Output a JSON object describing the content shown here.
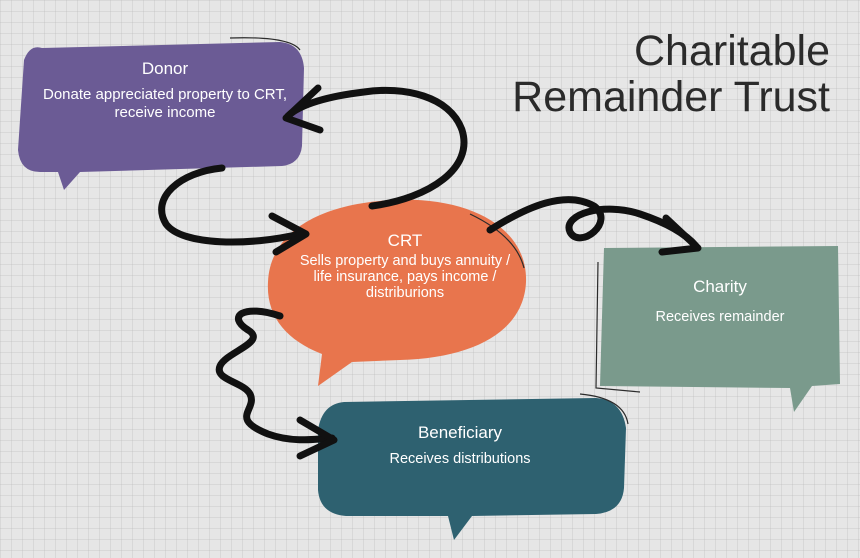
{
  "title": {
    "line1": "Charitable",
    "line2": "Remainder Trust"
  },
  "nodes": {
    "donor": {
      "heading": "Donor",
      "description": "Donate appreciated property to CRT, receive income",
      "color": "#6b5b95"
    },
    "crt": {
      "heading": "CRT",
      "description": "Sells property and buys annuity / life insurance, pays income / distriburions",
      "color": "#e8754d"
    },
    "charity": {
      "heading": "Charity",
      "description": "Receives remainder",
      "color": "#7a9a8c"
    },
    "beneficiary": {
      "heading": "Beneficiary",
      "description": "Receives distributions",
      "color": "#2e6170"
    }
  },
  "connectors": [
    {
      "from": "donor",
      "to": "crt",
      "arrowhead": "crt"
    },
    {
      "from": "crt",
      "to": "donor",
      "arrowhead": "donor"
    },
    {
      "from": "crt",
      "to": "charity",
      "arrowhead": "charity"
    },
    {
      "from": "crt",
      "to": "beneficiary",
      "arrowhead": "beneficiary"
    }
  ],
  "arrow_color": "#111111"
}
